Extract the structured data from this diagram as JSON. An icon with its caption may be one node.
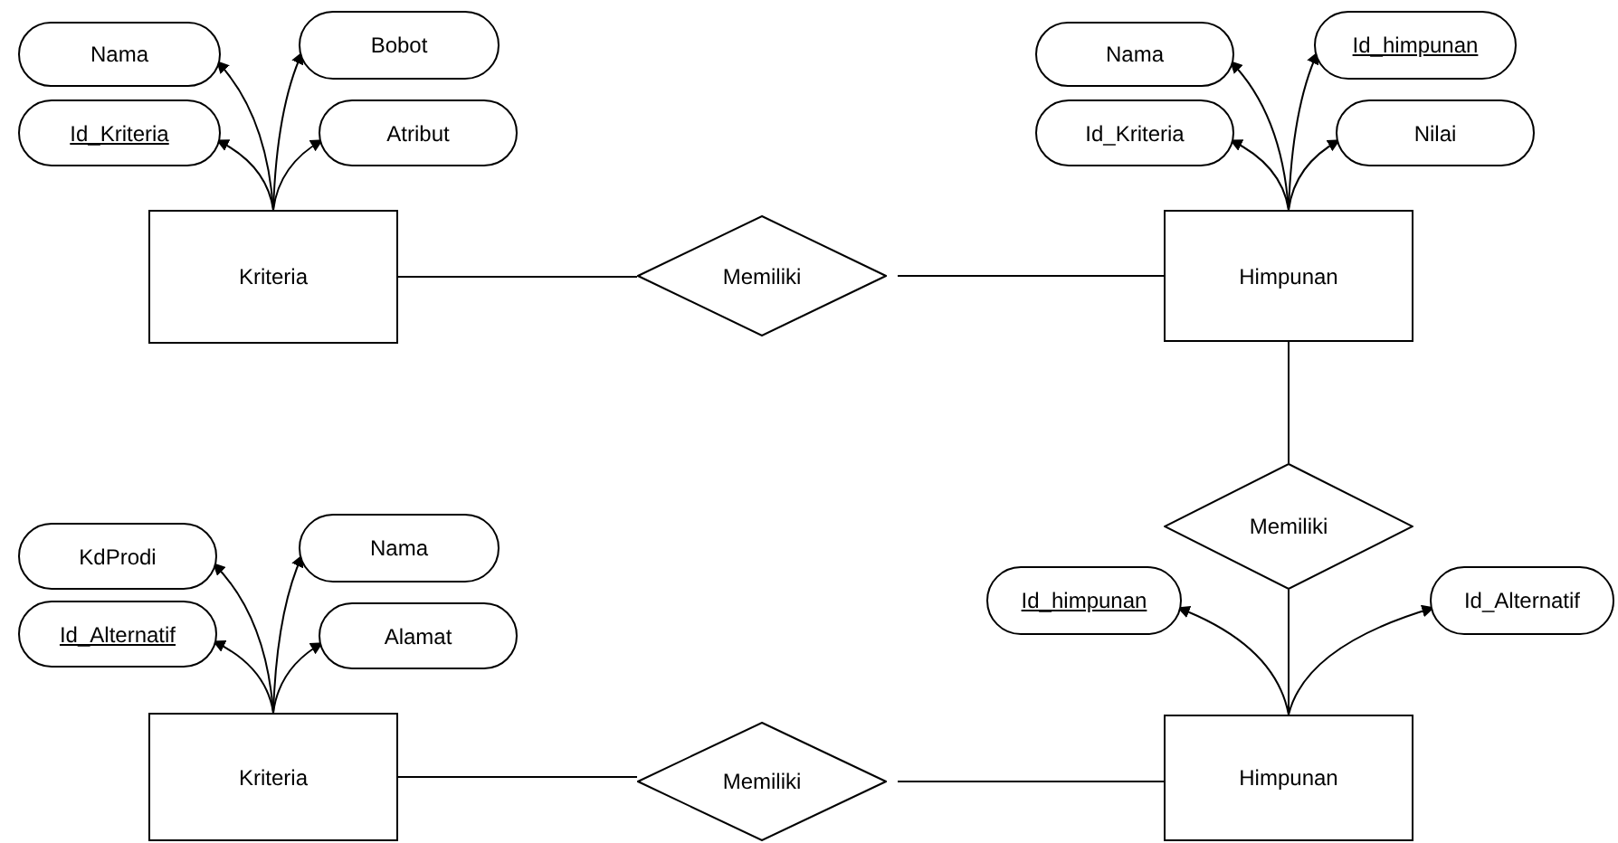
{
  "diagram": {
    "nodes": [
      {
        "text": [
          "Nama"
        ]
      },
      {
        "text": [
          "Bobot"
        ]
      },
      {
        "text": [
          "Id_Kriteria"
        ]
      },
      {
        "text": [
          "Atribut"
        ]
      },
      {
        "text": [
          "Nama"
        ]
      },
      {
        "text": [
          "Id_himpunan"
        ]
      },
      {
        "text": [
          "Id_Kriteria"
        ]
      },
      {
        "text": [
          "Nilai"
        ]
      },
      {
        "text": [
          "Kriteria"
        ]
      },
      {
        "text": [
          "Memiliki"
        ]
      },
      {
        "text": [
          "Himpunan"
        ]
      },
      {
        "text": [
          "Memiliki"
        ]
      },
      {
        "text": [
          "KdProdi"
        ]
      },
      {
        "text": [
          "Nama"
        ]
      },
      {
        "text": [
          "Id_himpunan"
        ]
      },
      {
        "text": [
          "Id_Alternatif"
        ]
      },
      {
        "text": [
          "Id_Alternatif"
        ]
      },
      {
        "text": [
          "Alamat"
        ]
      },
      {
        "text": [
          "Kriteria"
        ]
      },
      {
        "text": [
          "Memiliki"
        ]
      },
      {
        "text": [
          "Himpunan"
        ]
      }
    ],
    "edges": [
      {
        "from": 8,
        "to": 0,
        "arrow": "to"
      },
      {
        "from": 8,
        "to": 1,
        "arrow": "to"
      },
      {
        "from": 8,
        "to": 2,
        "arrow": "to"
      },
      {
        "from": 8,
        "to": 3,
        "arrow": "to"
      },
      {
        "from": 10,
        "to": 4,
        "arrow": "to"
      },
      {
        "from": 10,
        "to": 5,
        "arrow": "to"
      },
      {
        "from": 10,
        "to": 6,
        "arrow": "to"
      },
      {
        "from": 10,
        "to": 7,
        "arrow": "to"
      },
      {
        "from": 8,
        "to": 9,
        "arrow": "none"
      },
      {
        "from": 9,
        "to": 10,
        "arrow": "none"
      },
      {
        "from": 10,
        "to": 11,
        "arrow": "none"
      },
      {
        "from": 11,
        "to": 20,
        "arrow": "none"
      },
      {
        "from": 20,
        "to": 14,
        "arrow": "to"
      },
      {
        "from": 20,
        "to": 15,
        "arrow": "to"
      },
      {
        "from": 18,
        "to": 12,
        "arrow": "to"
      },
      {
        "from": 18,
        "to": 13,
        "arrow": "to"
      },
      {
        "from": 18,
        "to": 16,
        "arrow": "to"
      },
      {
        "from": 18,
        "to": 17,
        "arrow": "to"
      },
      {
        "from": 18,
        "to": 19,
        "arrow": "none"
      },
      {
        "from": 19,
        "to": 20,
        "arrow": "none"
      }
    ]
  }
}
